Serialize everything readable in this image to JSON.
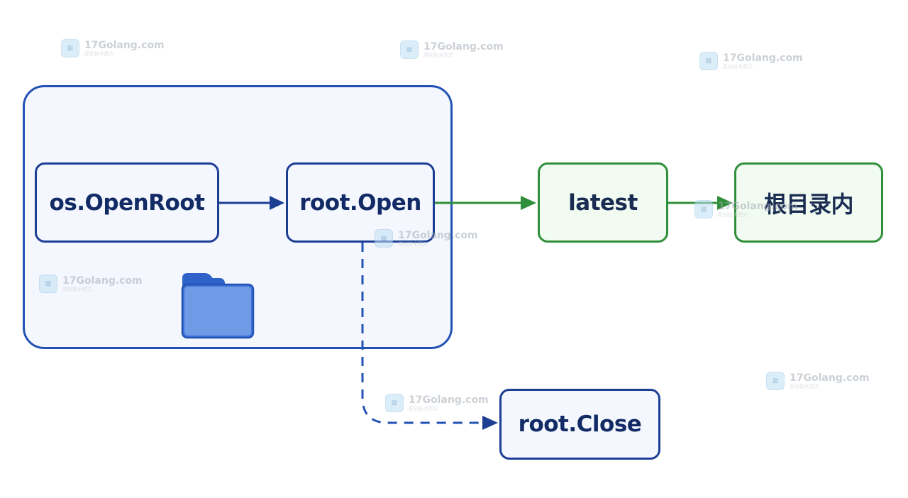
{
  "nodes": {
    "openroot": "os.OpenRoot",
    "open": "root.Open",
    "latest": "latest",
    "in_root": "根目录内",
    "close": "root.Close"
  },
  "watermark": {
    "brand": "17Golang.com",
    "tagline": "原创技术图文"
  },
  "colors": {
    "blue_border": "#1c3f94",
    "container_border": "#2352b5",
    "green_border": "#2f8f3a",
    "folder": "#3f74d8"
  },
  "icons": [
    "folder-icon",
    "watermark-logo-icon"
  ]
}
